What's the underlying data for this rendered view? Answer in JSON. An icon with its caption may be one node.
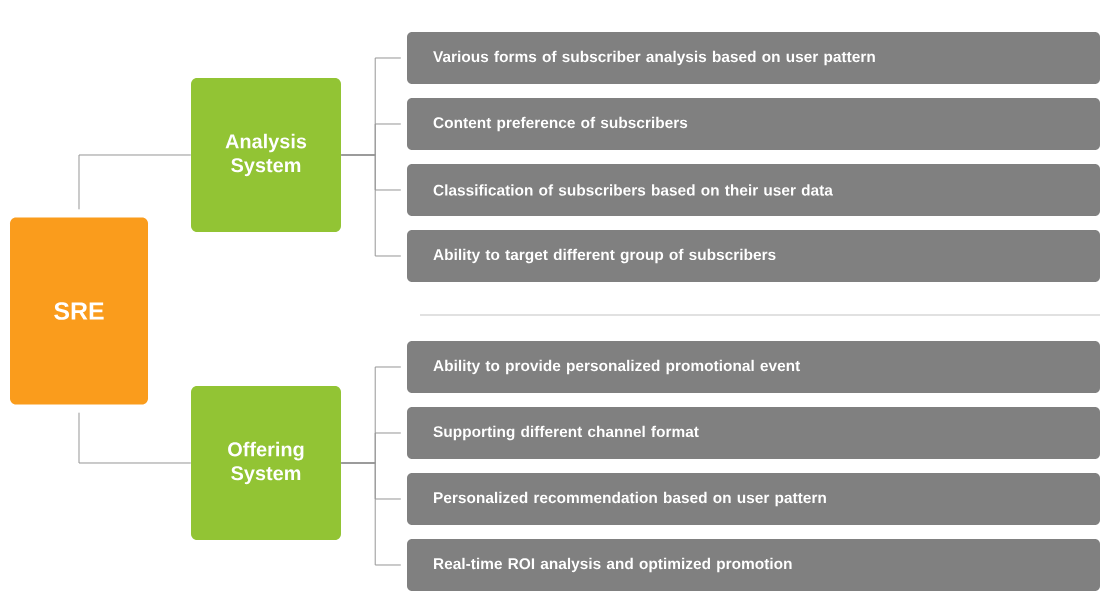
{
  "diagram": {
    "nodes": [
      {
        "text": [
          "SRE"
        ]
      },
      {
        "text": [
          "Analysis System"
        ]
      },
      {
        "text": [
          "Offering System"
        ]
      },
      {
        "text": [
          "Various forms of subscriber analysis based on user pattern"
        ]
      },
      {
        "text": [
          "Content preference of subscribers"
        ]
      },
      {
        "text": [
          "Classification of subscribers based on their user data"
        ]
      },
      {
        "text": [
          "Ability to target different group of subscribers"
        ]
      },
      {
        "text": [
          "Ability to provide personalized promotional event"
        ]
      },
      {
        "text": [
          "Supporting different channel format"
        ]
      },
      {
        "text": [
          "Personalized recommendation based on user pattern"
        ]
      },
      {
        "text": [
          "Real-time ROI analysis and optimized promotion"
        ]
      }
    ],
    "edges": [
      {
        "from": 0,
        "to": 1,
        "arrow": "none"
      },
      {
        "from": 0,
        "to": 2,
        "arrow": "none"
      },
      {
        "from": 1,
        "to": 3,
        "arrow": "none"
      },
      {
        "from": 1,
        "to": 4,
        "arrow": "none"
      },
      {
        "from": 1,
        "to": 5,
        "arrow": "none"
      },
      {
        "from": 1,
        "to": 6,
        "arrow": "none"
      },
      {
        "from": 2,
        "to": 7,
        "arrow": "none"
      },
      {
        "from": 2,
        "to": 8,
        "arrow": "none"
      },
      {
        "from": 2,
        "to": 9,
        "arrow": "none"
      },
      {
        "from": 2,
        "to": 10,
        "arrow": "none"
      }
    ]
  }
}
